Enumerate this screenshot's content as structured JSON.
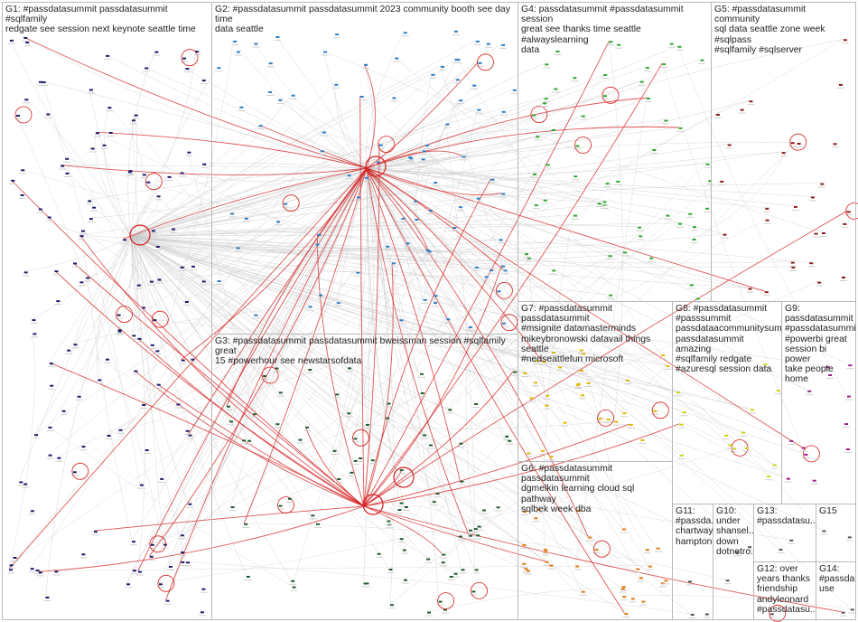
{
  "groups": [
    {
      "id": "G1",
      "label": "G1: #passdatasummit passdatasummit #sqlfamily\nredgate see session next keynote seattle time",
      "color": "#1c1c6e"
    },
    {
      "id": "G2",
      "label": "G2: #passdatasummit passdatasummit 2023 community booth see day time\ndata seattle",
      "color": "#2a7fc9"
    },
    {
      "id": "G3",
      "label": "G3: #passdatasummit passdatasummit bweissman session #sqlfamily great\n15 #powerhour see newstarsofdata",
      "color": "#1e5e32"
    },
    {
      "id": "G4",
      "label": "G4: passdatasummit #passdatasummit session\ngreat see thanks time seattle #alwayslearning\ndata",
      "color": "#2fa82f"
    },
    {
      "id": "G5",
      "label": "G5: #passdatasummit community\nsql data seattle zone week #sqlpass\n#sqlfamily #sqlserver",
      "color": "#8b1a1a"
    },
    {
      "id": "G6",
      "label": "G6: #passdatasummit passdatasummit\ndgmelkin learning cloud sql pathway\nsqlbek week dba",
      "color": "#e07b10"
    },
    {
      "id": "G7",
      "label": "G7: #passdatasummit passdatasummit\n#msignite datamasterminds\nmikeybronowski datavail things seattle\n#nedseattlefun microsoft",
      "color": "#e0b800"
    },
    {
      "id": "G8",
      "label": "G8: #passdatasummit\n#passsummit\npassdataacommunitysum...\npassdatasummit amazing\n#sqlfamily redgate\n#azuresql session data",
      "color": "#c8d400"
    },
    {
      "id": "G9",
      "label": "G9:\npassdatasummit\n#passdatasummit\n#powerbi great\nsession bi power\ntake people home",
      "color": "#9b1a8c"
    },
    {
      "id": "G10",
      "label": "G10:\nunder\nshansel...\ndown\ndotnetro...",
      "color": "#555555"
    },
    {
      "id": "G11",
      "label": "G11:\n#passda...\nchartway...\nhampton...",
      "color": "#555555"
    },
    {
      "id": "G12",
      "label": "G12: over\nyears thanks\nfriendship\nandyleonard\n#passdatasu...",
      "color": "#555555"
    },
    {
      "id": "G13",
      "label": "G13:\n#passdatasu...",
      "color": "#555555"
    },
    {
      "id": "G14",
      "label": "G14:\n#passda...\nuse",
      "color": "#555555"
    },
    {
      "id": "G15",
      "label": "G15",
      "color": "#555555"
    }
  ],
  "edge_colors": {
    "normal": "#c8c8c8",
    "highlight": "#d62020"
  }
}
